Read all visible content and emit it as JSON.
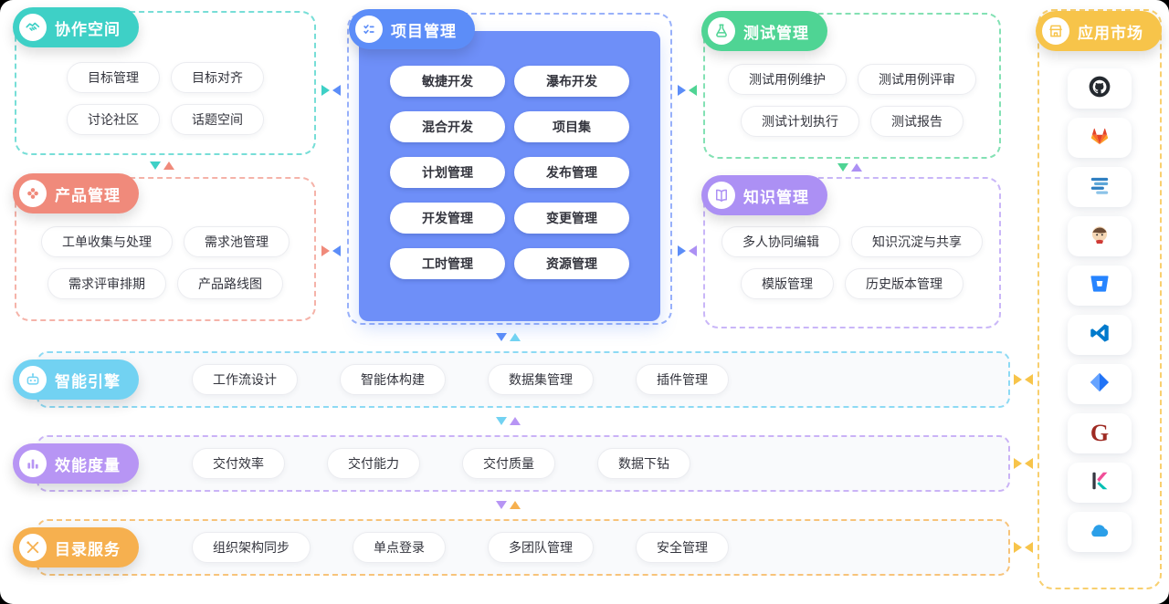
{
  "colors": {
    "collaboration": "#3ED0C6",
    "product": "#F08A7B",
    "project": "#5C8DF8",
    "project_panel": "#6E8FF8",
    "testing": "#4FD494",
    "knowledge": "#AC90F4",
    "ai_engine": "#72D2F2",
    "metrics": "#B795F4",
    "directory": "#F6B04F",
    "marketplace": "#F7C44A"
  },
  "sections": {
    "collaboration": {
      "title": "协作空间",
      "icon": "handshake-icon",
      "items": [
        "目标管理",
        "目标对齐",
        "讨论社区",
        "话题空间"
      ]
    },
    "product": {
      "title": "产品管理",
      "icon": "flower-icon",
      "items": [
        "工单收集与处理",
        "需求池管理",
        "需求评审排期",
        "产品路线图"
      ]
    },
    "project": {
      "title": "项目管理",
      "icon": "checklist-icon",
      "items": [
        "敏捷开发",
        "瀑布开发",
        "混合开发",
        "项目集",
        "计划管理",
        "发布管理",
        "开发管理",
        "变更管理",
        "工时管理",
        "资源管理"
      ]
    },
    "testing": {
      "title": "测试管理",
      "icon": "flask-icon",
      "items": [
        "测试用例维护",
        "测试用例评审",
        "测试计划执行",
        "测试报告"
      ]
    },
    "knowledge": {
      "title": "知识管理",
      "icon": "book-icon",
      "items": [
        "多人协同编辑",
        "知识沉淀与共享",
        "模版管理",
        "历史版本管理"
      ]
    },
    "ai_engine": {
      "title": "智能引擎",
      "icon": "robot-icon",
      "items": [
        "工作流设计",
        "智能体构建",
        "数据集管理",
        "插件管理"
      ]
    },
    "metrics": {
      "title": "效能度量",
      "icon": "bar-chart-icon",
      "items": [
        "交付效率",
        "交付能力",
        "交付质量",
        "数据下钻"
      ]
    },
    "directory": {
      "title": "目录服务",
      "icon": "tools-icon",
      "items": [
        "组织架构同步",
        "单点登录",
        "多团队管理",
        "安全管理"
      ]
    },
    "marketplace": {
      "title": "应用市场",
      "icon": "store-icon",
      "g_letter": "G",
      "apps": [
        "github-icon",
        "gitlab-icon",
        "stripes-icon",
        "jenkins-icon",
        "bitbucket-icon",
        "vscode-icon",
        "jira-icon",
        "g-letter-icon",
        "kibana-icon",
        "cloud-icon"
      ]
    }
  }
}
